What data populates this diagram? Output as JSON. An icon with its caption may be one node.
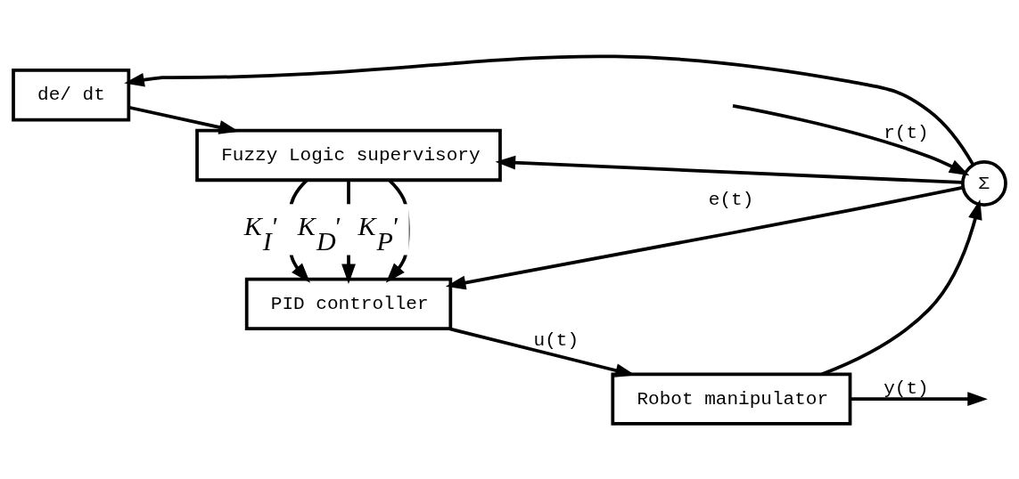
{
  "diagram": {
    "nodes": [
      {
        "text": [
          "de/ dt"
        ]
      },
      {
        "text": [
          "Fuzzy Logic supervisory"
        ]
      },
      {
        "text": [
          "PID controller"
        ]
      },
      {
        "text": [
          "Robot manipulator"
        ]
      },
      {
        "text": [
          "Σ"
        ]
      }
    ],
    "edges": [
      {
        "from": null,
        "to": 4,
        "arrow": "to",
        "label": "r(t)"
      },
      {
        "from": 4,
        "to": 2,
        "arrow": "to",
        "label": "e(t)"
      },
      {
        "from": 4,
        "to": 0,
        "arrow": "to"
      },
      {
        "from": 4,
        "to": 1,
        "arrow": "to"
      },
      {
        "from": 0,
        "to": 1,
        "arrow": "to"
      },
      {
        "from": 1,
        "to": 2,
        "arrow": "to",
        "label": "K$_{P}$'"
      },
      {
        "from": 1,
        "to": 2,
        "arrow": "to",
        "label": "K$_{I}$'"
      },
      {
        "from": 1,
        "to": 2,
        "arrow": "to",
        "label": "K$_{D}$'"
      },
      {
        "from": 2,
        "to": 3,
        "arrow": "to",
        "label": "u(t)"
      },
      {
        "from": 3,
        "to": null,
        "arrow": "to",
        "label": "y(t)"
      },
      {
        "from": 3,
        "to": 4,
        "arrow": "to"
      }
    ]
  }
}
